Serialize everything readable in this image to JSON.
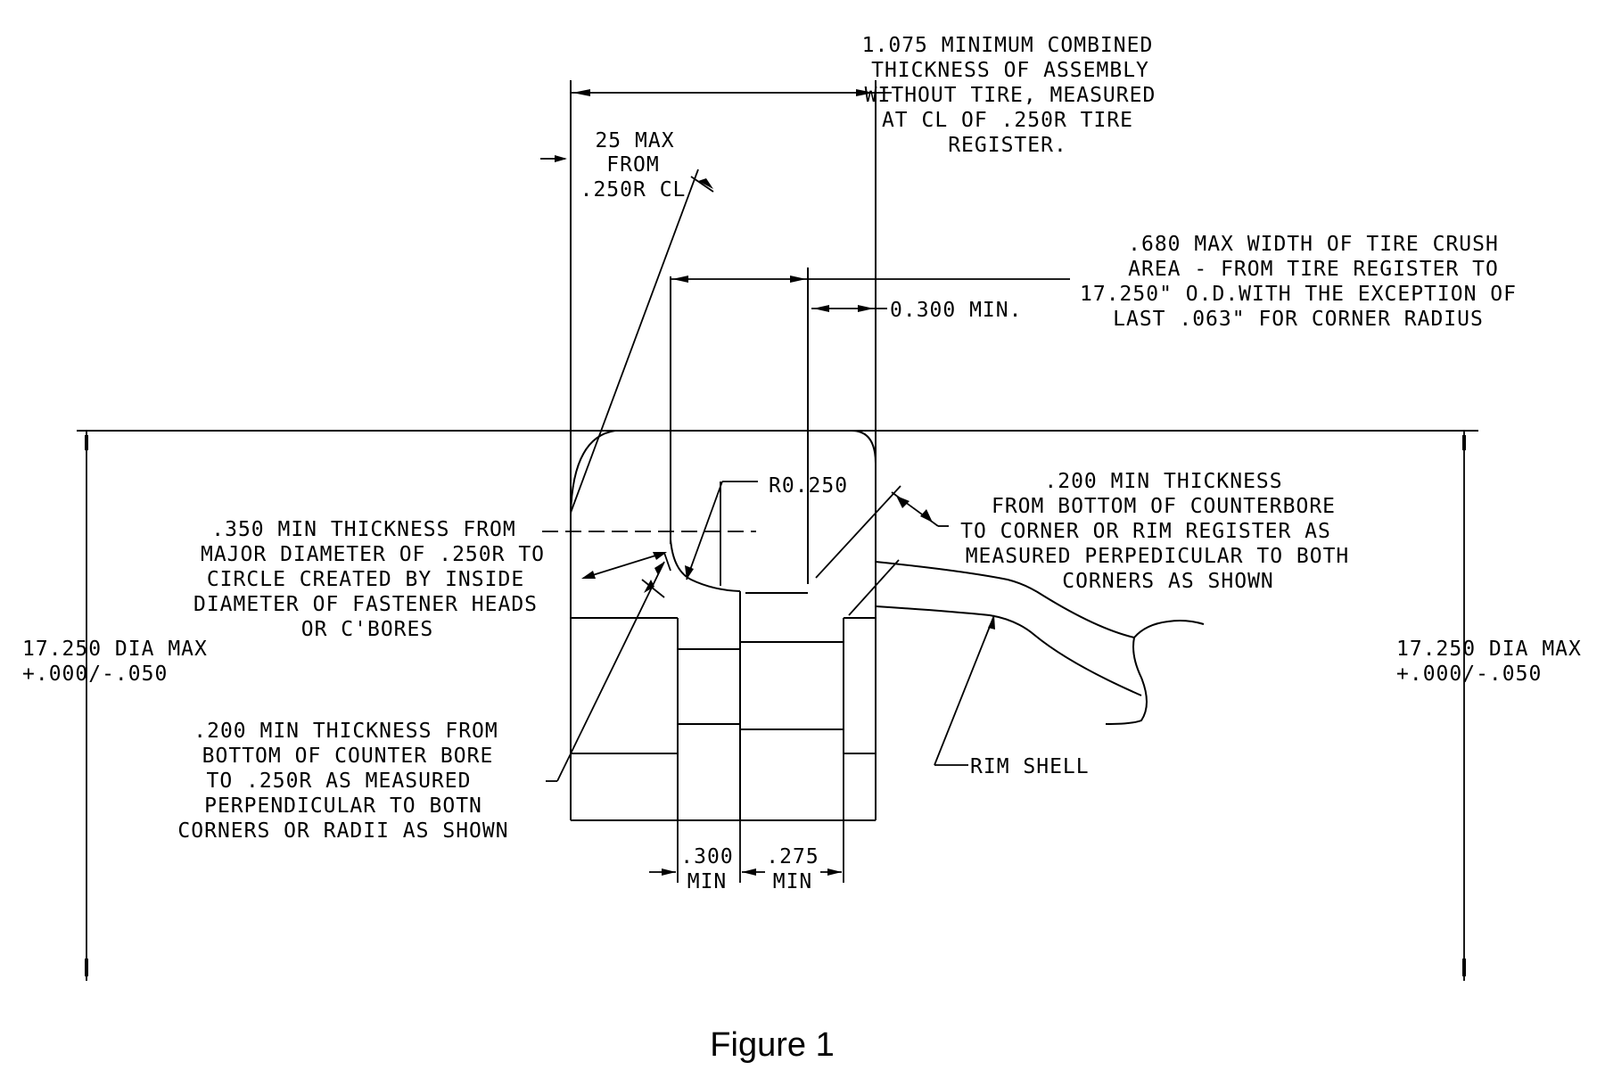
{
  "caption": "Figure 1",
  "notes": {
    "assembly": [
      "1.075 MINIMUM COMBINED",
      "THICKNESS OF ASSEMBLY",
      "WITHOUT TIRE, MEASURED",
      "AT CL OF .250R TIRE",
      "REGISTER."
    ],
    "max_from_cl": [
      "25 MAX",
      "FROM",
      ".250R CL"
    ],
    "crush": [
      ".680 MAX WIDTH OF TIRE CRUSH",
      "AREA - FROM TIRE REGISTER TO",
      "17.250\" O.D.WITH THE EXCEPTION OF",
      "LAST .063\" FOR CORNER RADIUS"
    ],
    "min_300_right": "0.300 MIN.",
    "radius": "R0.250",
    "thickness_350": [
      ".350 MIN THICKNESS FROM",
      "MAJOR DIAMETER OF .250R TO",
      "CIRCLE CREATED BY INSIDE",
      "DIAMETER OF FASTENER HEADS",
      "OR C'BORES"
    ],
    "thickness_200_right": [
      ".200 MIN THICKNESS",
      "FROM BOTTOM OF COUNTERBORE",
      "TO CORNER OR RIM REGISTER AS",
      "MEASURED PERPEDICULAR TO BOTH",
      "CORNERS AS SHOWN"
    ],
    "dia_left": [
      "17.250  DIA MAX",
      "+.000/-.050"
    ],
    "dia_right": [
      "17.250  DIA MAX",
      "+.000/-.050"
    ],
    "thickness_200_left": [
      ".200 MIN THICKNESS FROM",
      "BOTTOM OF COUNTER BORE",
      "TO .250R AS MEASURED",
      "PERPENDICULAR TO BOTN",
      "CORNERS OR RADII AS SHOWN"
    ],
    "rim_shell": "RIM SHELL",
    "min_300_bottom": [
      ".300",
      "MIN"
    ],
    "min_275_bottom": [
      ".275",
      "MIN"
    ]
  }
}
